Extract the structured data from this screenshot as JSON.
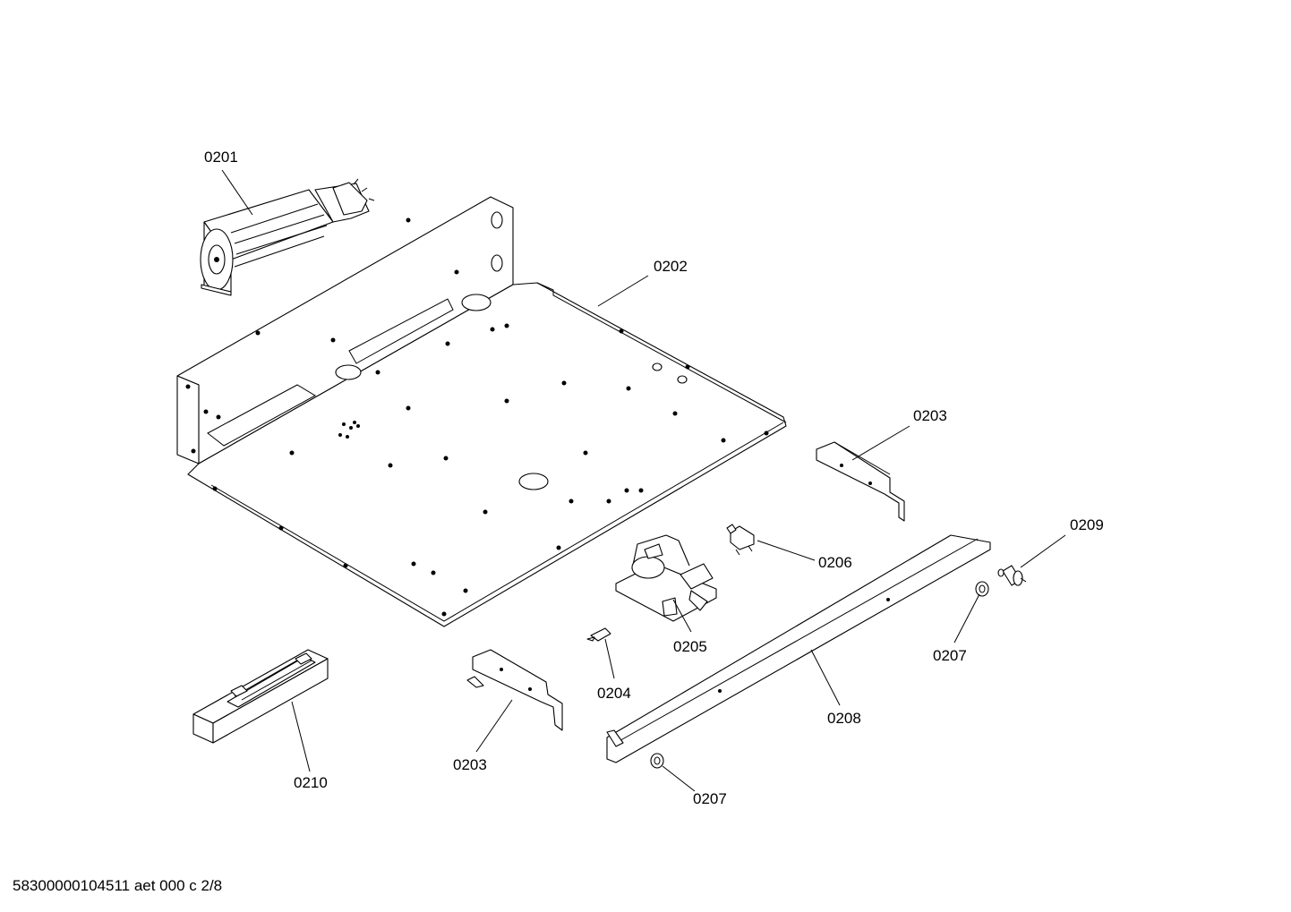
{
  "labels": {
    "fan": "0201",
    "tray": "0202",
    "bracket_right": "0203",
    "bracket_left": "0203",
    "clip": "0204",
    "mechanism": "0205",
    "switch": "0206",
    "grommet_upper": "0207",
    "grommet_lower": "0207",
    "front_strip": "0208",
    "knob": "0209",
    "transformer": "0210"
  },
  "footer": "58300000104511 aet 000 c 2/8"
}
